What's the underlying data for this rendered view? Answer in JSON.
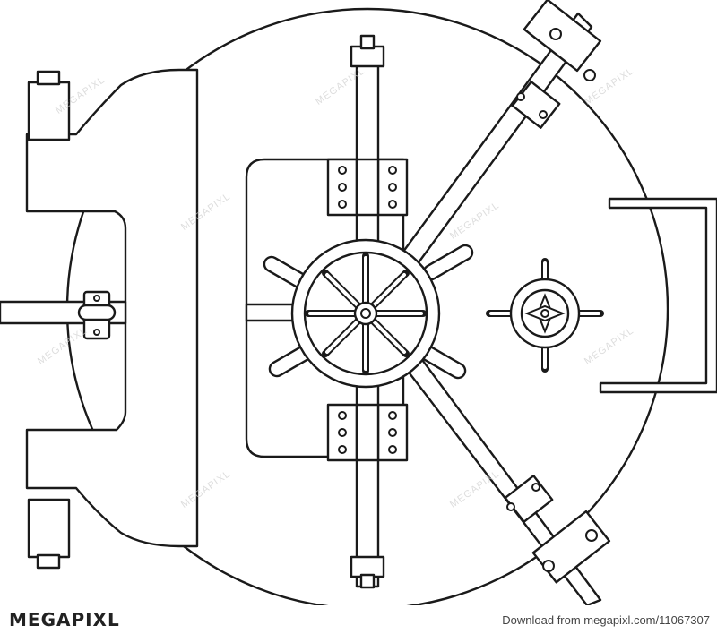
{
  "watermark": {
    "text": "MEGAPIXL"
  },
  "footer": {
    "brand": "MEGAPIXL",
    "download": "Download from megapixl.com/11067307"
  },
  "colors": {
    "line": "#1a1a1a",
    "background": "#ffffff",
    "watermark": "#cfcfcf"
  }
}
